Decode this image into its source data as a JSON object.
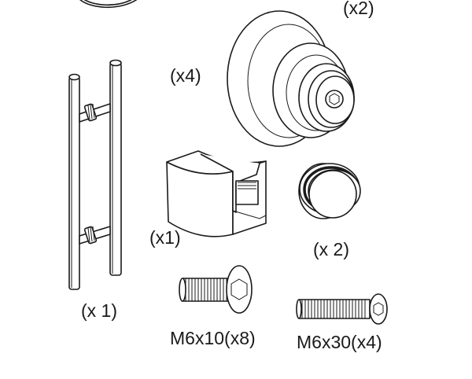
{
  "labels": {
    "roller_qty": "(x2)",
    "wheel_qty": "(x4)",
    "clamp_qty": "(x1)",
    "cap_qty": "(x 2)",
    "handle_qty": "(x 1)",
    "screw_short": "M6x10(x8)",
    "screw_long": "M6x30(x4)"
  }
}
